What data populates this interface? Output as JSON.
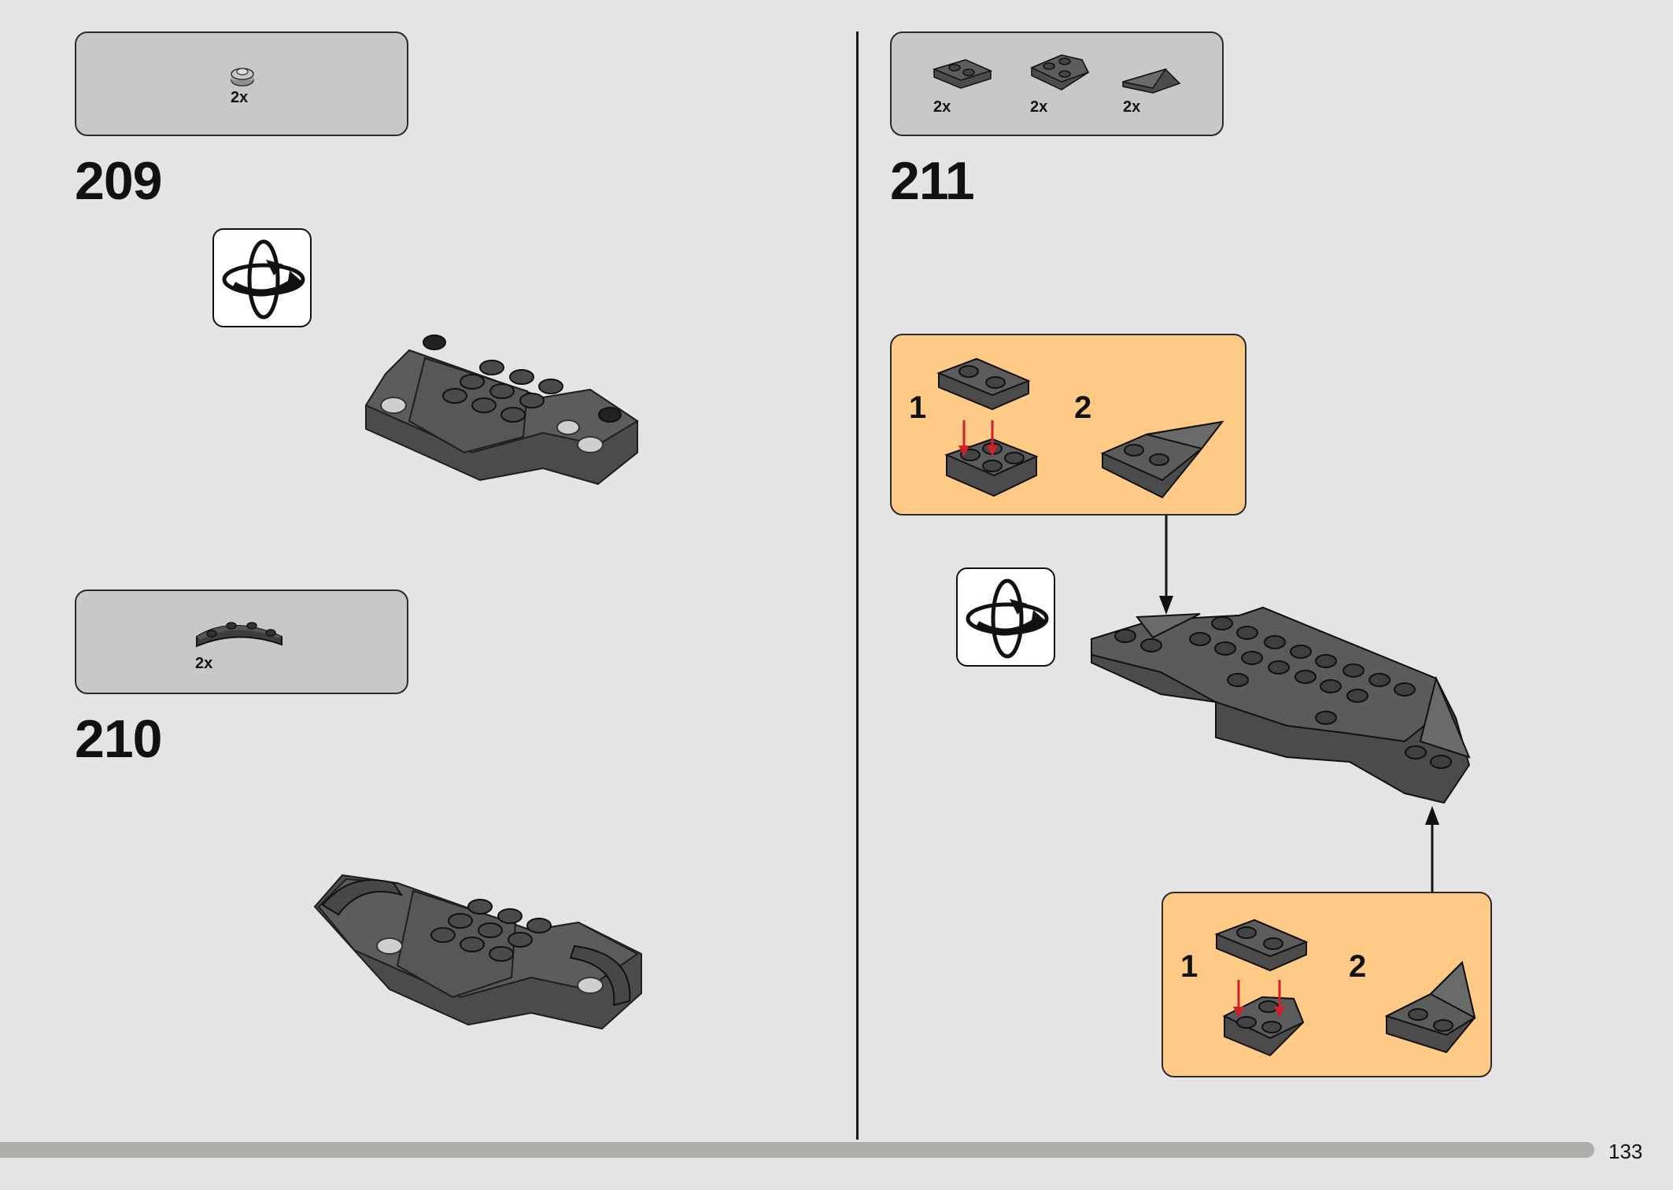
{
  "steps": [
    {
      "number": "209",
      "parts": [
        {
          "icon": "round-plate-1x1-icon",
          "qty": "2x"
        }
      ],
      "rotate_icon": "rotate-model-icon"
    },
    {
      "number": "210",
      "parts": [
        {
          "icon": "curved-plate-icon",
          "qty": "2x"
        }
      ]
    },
    {
      "number": "211",
      "parts": [
        {
          "icon": "plate-1x2-rail-icon",
          "qty": "2x"
        },
        {
          "icon": "wedge-plate-icon",
          "qty": "2x"
        },
        {
          "icon": "tile-slope-icon",
          "qty": "2x"
        }
      ],
      "rotate_icon": "rotate-model-icon",
      "callout_top": {
        "sub1": "1",
        "sub2": "2"
      },
      "callout_bottom": {
        "sub1": "1",
        "sub2": "2"
      }
    }
  ],
  "page": {
    "number": "133",
    "progress": 0.95
  },
  "colors": {
    "background": "#e4e4e4",
    "parts_box": "#c8c8c8",
    "callout": "#ffc986",
    "brick": "#5a5a5a",
    "arrow_red": "#d0202a"
  }
}
